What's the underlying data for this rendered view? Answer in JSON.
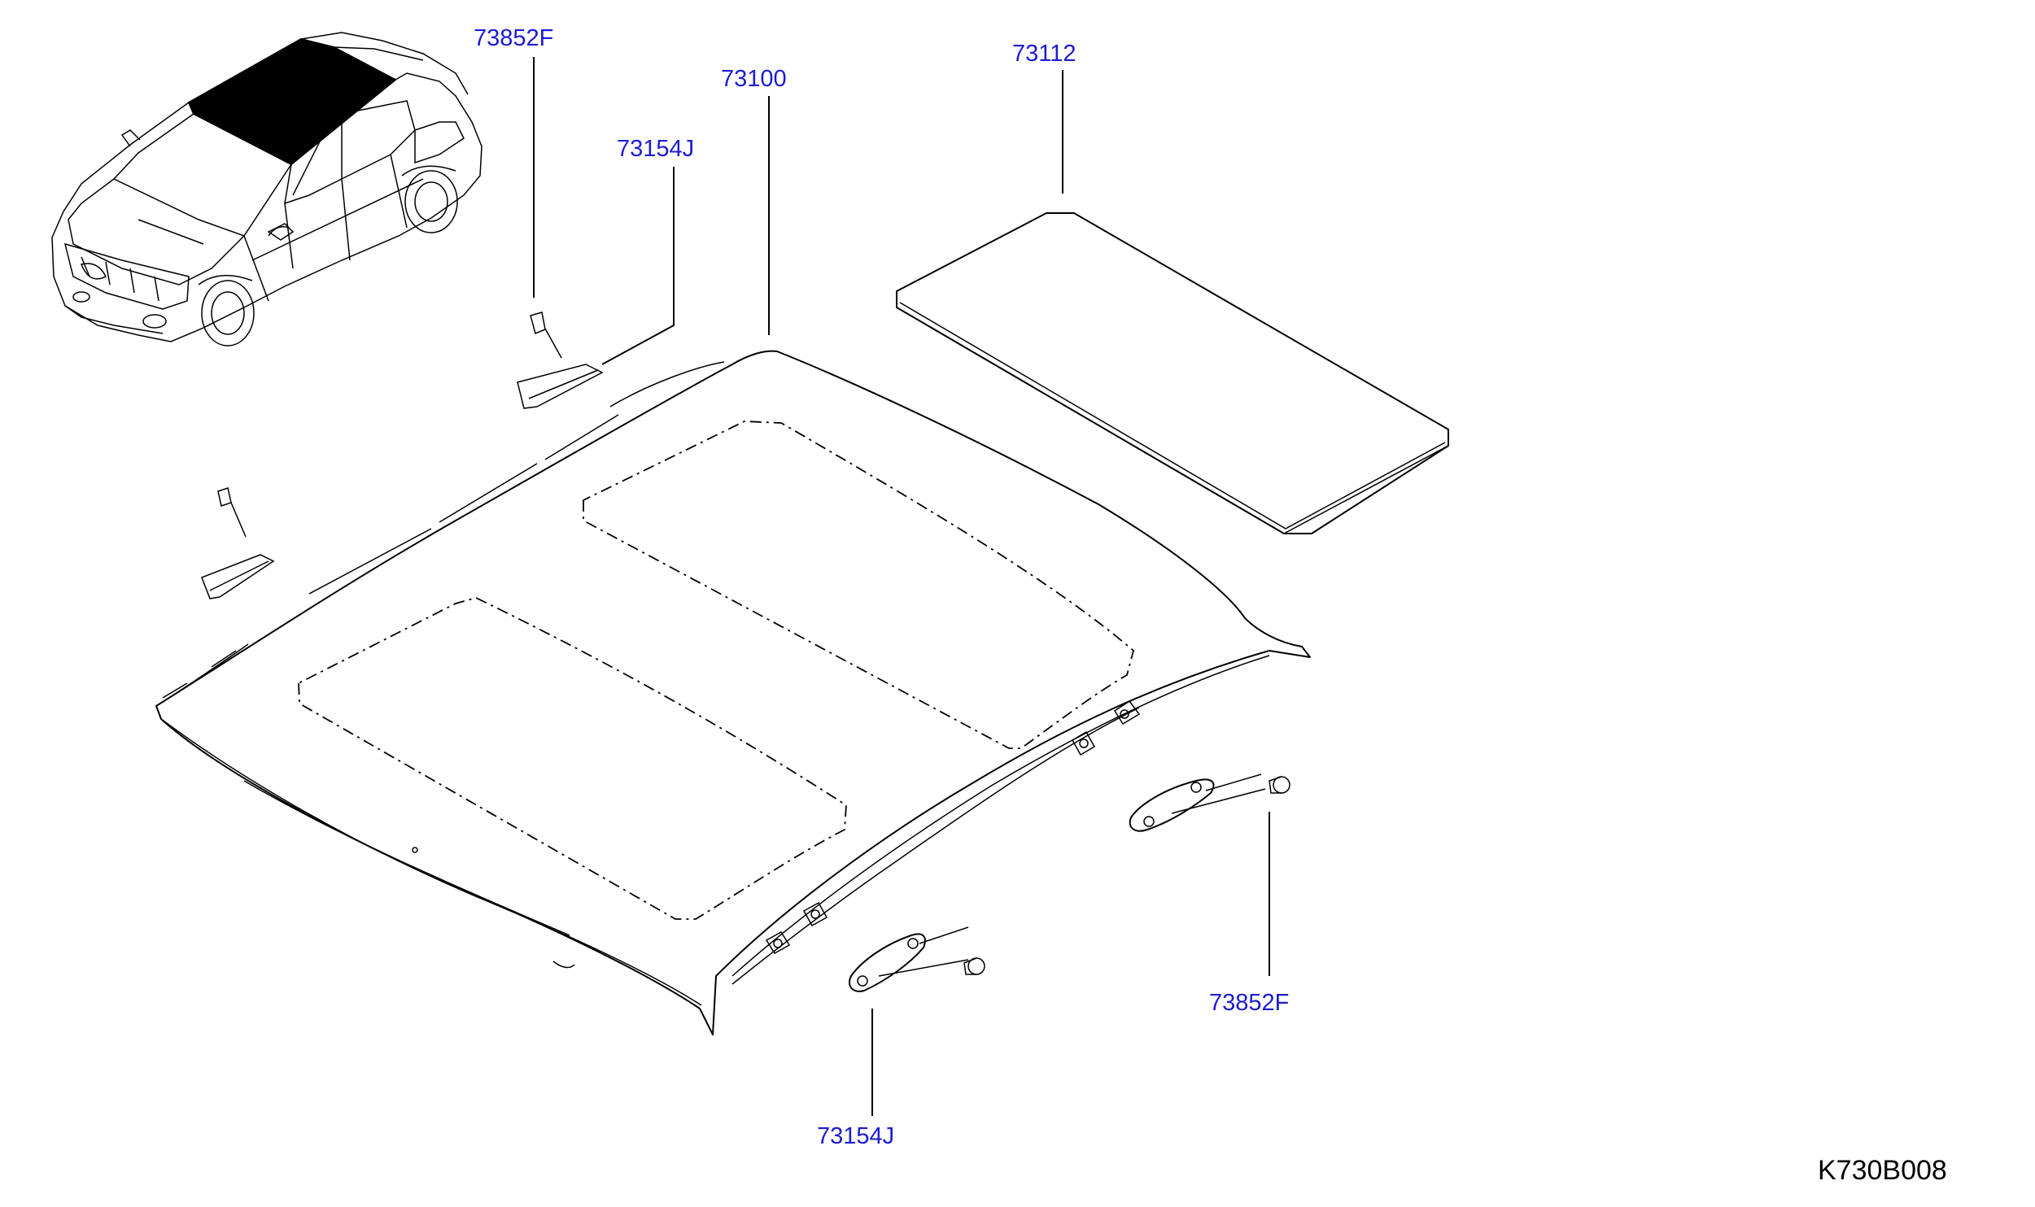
{
  "diagram": {
    "code": "K730B008",
    "labels": {
      "clip_upper": "73852F",
      "roof_panel": "73100",
      "roof_reinforcement": "73112",
      "bracket_upper": "73154J",
      "clip_lower": "73852F",
      "bracket_lower": "73154J"
    },
    "colors": {
      "label": "#1c1cd2",
      "lines": "#000000",
      "background": "#ffffff"
    }
  }
}
